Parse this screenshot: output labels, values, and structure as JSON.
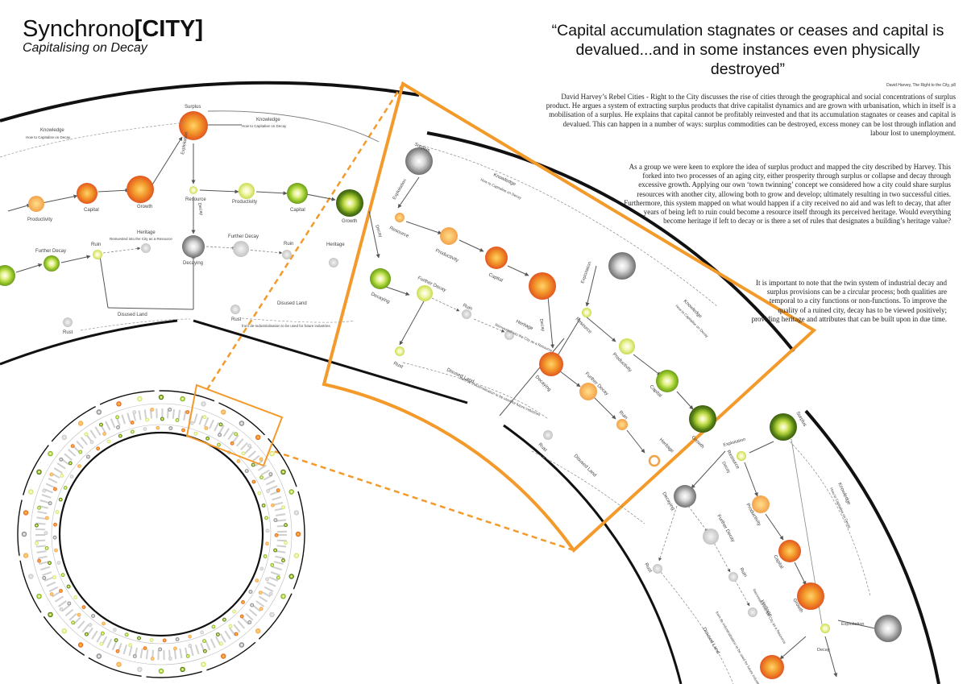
{
  "header": {
    "title_main": "Synchrono",
    "title_bold": "[CITY]",
    "subtitle": "Capitalising on Decay"
  },
  "quote": {
    "text": "“Capital accumulation stagnates or ceases and capital is devalued...and in some instances even physically destroyed”",
    "citation": "David Harvey, The Right to the City, p8"
  },
  "essay": {
    "p1": "David Harvey’s Rebel Cities - Right to the City discusses the rise of cities through the geographical and social concentrations of surplus product. He argues a system of extracting surplus products that drive capitalist dynamics and are grown with urbanisation, which in itself is a mobilisation of a surplus.  He explains that capital cannot be profitably reinvested and that its accumulation stagnates or ceases and capital is devalued. This can happen in a number of ways: surplus commodities can be destroyed, excess money can be lost through inflation and labour lost to unemployment.",
    "p2": "As a group we were keen to explore the idea of surplus product and mapped the city described by Harvey. This forked into two processes of an aging city, either prosperity through surplus or collapse and decay through excessive growth. Applying our own ‘town twinning’ concept we considered how a city could share surplus resources with another city, allowing both to grow and develop; ultimately resulting in two successful cities. Furthermore, this system mapped on what would happen if a city received no aid and was left to decay, that after years of being left to ruin could become a resource itself through its perceived heritage. Would everything become heritage if left to decay or is there a set of rules that designates a building’s heritage value?",
    "p3": "It is important to note that the twin system of industrial decay and surplus provisions can be a circular process; both qualities are temporal to a city functions or non-functions. To improve the quality of a ruined city, decay has to be viewed positively; providing heritage and attributes that can be built upon in due time."
  },
  "diagram": {
    "nodes": {
      "surplus": "Surplus",
      "resource": "Resource",
      "productivity": "Productivity",
      "capital": "Capital",
      "growth": "Growth",
      "decaying": "Decaying",
      "further_decay": "Further Decay",
      "ruin": "Ruin",
      "heritage": "Heritage",
      "rust": "Rust",
      "disused_land": "Disused Land"
    },
    "edges": {
      "knowledge": "Knowledge",
      "knowledge_sub": "How to Capitalise on Decay",
      "heritage_sub": "Reinvested into the City as a Resource",
      "heritage_sub2": "Capitalise on Decay",
      "disused_sub": "from de-industrialisation to be used for future industries",
      "exploitation": "Exploitation",
      "decay": "Decay"
    }
  },
  "colors": {
    "accent_orange": "#F39A2B",
    "node_orange": "#E9682A",
    "node_light_orange": "#F3A24A",
    "node_green": "#7FB12A",
    "node_dark_green": "#4F7A17",
    "node_yellow_green": "#D7E86A",
    "node_grey": "#9A9A9A",
    "node_light_grey": "#CFCFCF"
  }
}
